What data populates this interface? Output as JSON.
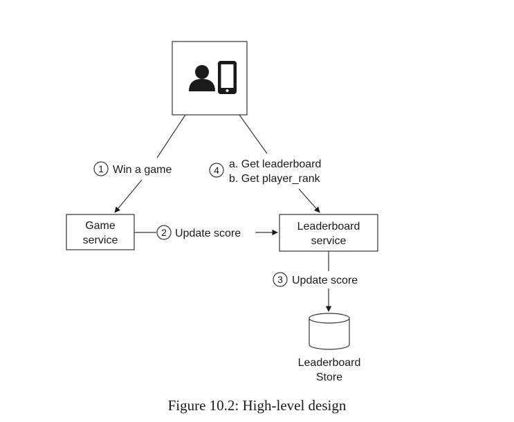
{
  "nodes": {
    "client": {
      "icons": [
        "user-icon",
        "phone-icon"
      ]
    },
    "game_service": {
      "line1": "Game",
      "line2": "service"
    },
    "leaderboard_service": {
      "line1": "Leaderboard",
      "line2": "service"
    },
    "leaderboard_store": {
      "line1": "Leaderboard",
      "line2": "Store"
    }
  },
  "steps": {
    "win_game": {
      "number": "1",
      "label": "Win a game"
    },
    "get_leaderboard": {
      "number": "4",
      "label_a": "a. Get leaderboard",
      "label_b": "b. Get player_rank"
    },
    "update_score_service": {
      "number": "2",
      "label": "Update score"
    },
    "update_score_store": {
      "number": "3",
      "label": "Update score"
    }
  },
  "caption": "Figure 10.2: High-level design"
}
